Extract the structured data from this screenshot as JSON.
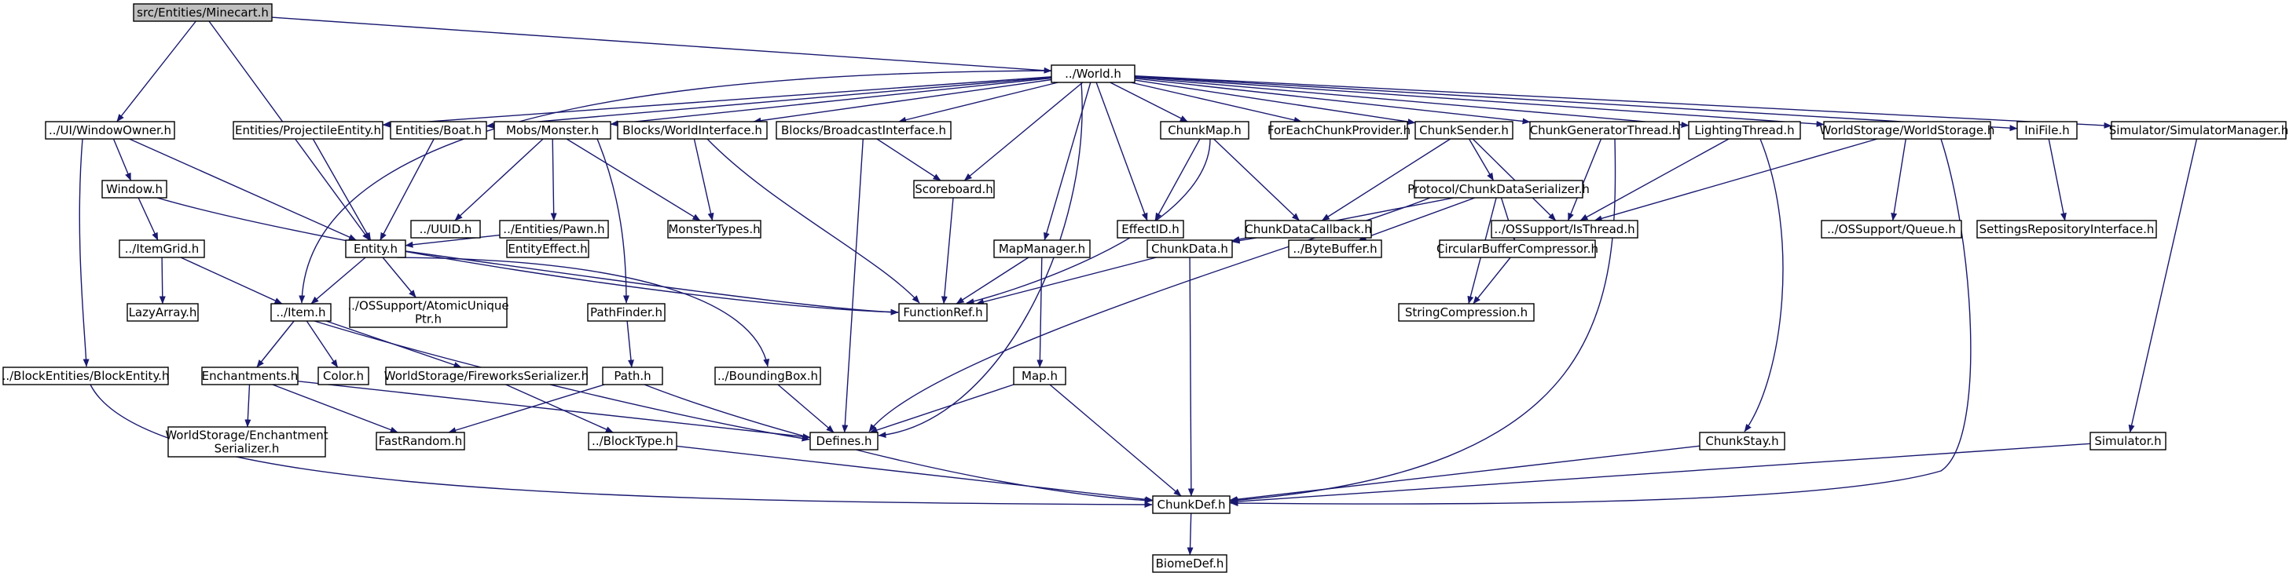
{
  "colors": {
    "edge": "#191970",
    "node_border": "#000000",
    "root_fill": "#bfbfbf",
    "node_fill": "#ffffff"
  },
  "nodes": [
    {
      "id": "minecart",
      "label": [
        "src/Entities/Minecart.h"
      ],
      "root": true
    },
    {
      "id": "world",
      "label": [
        "../World.h"
      ]
    },
    {
      "id": "windowowner",
      "label": [
        "../UI/WindowOwner.h"
      ]
    },
    {
      "id": "projectile",
      "label": [
        "Entities/ProjectileEntity.h"
      ]
    },
    {
      "id": "boat",
      "label": [
        "Entities/Boat.h"
      ]
    },
    {
      "id": "monster",
      "label": [
        "Mobs/Monster.h"
      ]
    },
    {
      "id": "worldinterface",
      "label": [
        "Blocks/WorldInterface.h"
      ]
    },
    {
      "id": "broadcast",
      "label": [
        "Blocks/BroadcastInterface.h"
      ]
    },
    {
      "id": "chunkmap",
      "label": [
        "ChunkMap.h"
      ]
    },
    {
      "id": "foreachchunk",
      "label": [
        "ForEachChunkProvider.h"
      ]
    },
    {
      "id": "chunksender",
      "label": [
        "ChunkSender.h"
      ]
    },
    {
      "id": "chunkgen",
      "label": [
        "ChunkGeneratorThread.h"
      ]
    },
    {
      "id": "lighting",
      "label": [
        "LightingThread.h"
      ]
    },
    {
      "id": "worldstorage",
      "label": [
        "WorldStorage/WorldStorage.h"
      ]
    },
    {
      "id": "inifile",
      "label": [
        "IniFile.h"
      ]
    },
    {
      "id": "simmanager",
      "label": [
        "Simulator/SimulatorManager.h"
      ]
    },
    {
      "id": "window",
      "label": [
        "Window.h"
      ]
    },
    {
      "id": "uuid",
      "label": [
        "../UUID.h"
      ]
    },
    {
      "id": "pawn",
      "label": [
        "../Entities/Pawn.h"
      ]
    },
    {
      "id": "monstertypes",
      "label": [
        "MonsterTypes.h"
      ]
    },
    {
      "id": "scoreboard",
      "label": [
        "Scoreboard.h"
      ]
    },
    {
      "id": "effectid",
      "label": [
        "EffectID.h"
      ]
    },
    {
      "id": "chunkdatacb",
      "label": [
        "ChunkDataCallback.h"
      ]
    },
    {
      "id": "protocolser",
      "label": [
        "Protocol/ChunkDataSerializer.h"
      ]
    },
    {
      "id": "isthread",
      "label": [
        "../OSSupport/IsThread.h"
      ]
    },
    {
      "id": "queue",
      "label": [
        "../OSSupport/Queue.h"
      ]
    },
    {
      "id": "settingsrepo",
      "label": [
        "SettingsRepositoryInterface.h"
      ]
    },
    {
      "id": "itemgrid",
      "label": [
        "../ItemGrid.h"
      ]
    },
    {
      "id": "entity",
      "label": [
        "Entity.h"
      ]
    },
    {
      "id": "entityeffect",
      "label": [
        "EntityEffect.h"
      ]
    },
    {
      "id": "mapmanager",
      "label": [
        "MapManager.h"
      ]
    },
    {
      "id": "chunkdata",
      "label": [
        "ChunkData.h"
      ]
    },
    {
      "id": "bytebuffer",
      "label": [
        "../ByteBuffer.h"
      ]
    },
    {
      "id": "circbuf",
      "label": [
        "CircularBufferCompressor.h"
      ]
    },
    {
      "id": "lazyarray",
      "label": [
        "LazyArray.h"
      ]
    },
    {
      "id": "item",
      "label": [
        "../Item.h"
      ]
    },
    {
      "id": "atomicptr",
      "label": [
        "../OSSupport/AtomicUnique",
        "Ptr.h"
      ]
    },
    {
      "id": "pathfinder",
      "label": [
        "PathFinder.h"
      ]
    },
    {
      "id": "functionref",
      "label": [
        "FunctionRef.h"
      ]
    },
    {
      "id": "stringcomp",
      "label": [
        "StringCompression.h"
      ]
    },
    {
      "id": "blockentity",
      "label": [
        "../BlockEntities/BlockEntity.h"
      ]
    },
    {
      "id": "enchantments",
      "label": [
        "Enchantments.h"
      ]
    },
    {
      "id": "color",
      "label": [
        "Color.h"
      ]
    },
    {
      "id": "fireworks",
      "label": [
        "WorldStorage/FireworksSerializer.h"
      ]
    },
    {
      "id": "path",
      "label": [
        "Path.h"
      ]
    },
    {
      "id": "boundingbox",
      "label": [
        "../BoundingBox.h"
      ]
    },
    {
      "id": "map",
      "label": [
        "Map.h"
      ]
    },
    {
      "id": "enchantser",
      "label": [
        "WorldStorage/Enchantment",
        "Serializer.h"
      ]
    },
    {
      "id": "fastrandom",
      "label": [
        "FastRandom.h"
      ]
    },
    {
      "id": "blocktype",
      "label": [
        "../BlockType.h"
      ]
    },
    {
      "id": "defines",
      "label": [
        "Defines.h"
      ]
    },
    {
      "id": "chunkstay",
      "label": [
        "ChunkStay.h"
      ]
    },
    {
      "id": "simulator",
      "label": [
        "Simulator.h"
      ]
    },
    {
      "id": "chunkdef",
      "label": [
        "ChunkDef.h"
      ]
    },
    {
      "id": "biomedef",
      "label": [
        "BiomeDef.h"
      ]
    }
  ],
  "edges": [
    [
      "minecart",
      "world"
    ],
    [
      "minecart",
      "windowowner"
    ],
    [
      "minecart",
      "entity"
    ],
    [
      "world",
      "projectile"
    ],
    [
      "world",
      "boat"
    ],
    [
      "world",
      "monster"
    ],
    [
      "world",
      "worldinterface"
    ],
    [
      "world",
      "broadcast"
    ],
    [
      "world",
      "chunkmap"
    ],
    [
      "world",
      "foreachchunk"
    ],
    [
      "world",
      "chunksender"
    ],
    [
      "world",
      "chunkgen"
    ],
    [
      "world",
      "lighting"
    ],
    [
      "world",
      "worldstorage"
    ],
    [
      "world",
      "inifile"
    ],
    [
      "world",
      "simmanager"
    ],
    [
      "world",
      "item"
    ],
    [
      "world",
      "scoreboard"
    ],
    [
      "world",
      "effectid"
    ],
    [
      "world",
      "mapmanager"
    ],
    [
      "world",
      "defines"
    ],
    [
      "windowowner",
      "window"
    ],
    [
      "windowowner",
      "entity"
    ],
    [
      "windowowner",
      "blockentity"
    ],
    [
      "projectile",
      "entity"
    ],
    [
      "boat",
      "entity"
    ],
    [
      "monster",
      "uuid"
    ],
    [
      "monster",
      "pawn"
    ],
    [
      "monster",
      "monstertypes"
    ],
    [
      "monster",
      "pathfinder"
    ],
    [
      "worldinterface",
      "monstertypes"
    ],
    [
      "worldinterface",
      "functionref"
    ],
    [
      "broadcast",
      "scoreboard"
    ],
    [
      "broadcast",
      "defines"
    ],
    [
      "chunkmap",
      "effectid"
    ],
    [
      "chunkmap",
      "chunkdatacb"
    ],
    [
      "chunkmap",
      "functionref"
    ],
    [
      "chunksender",
      "chunkdatacb"
    ],
    [
      "chunksender",
      "protocolser"
    ],
    [
      "chunksender",
      "isthread"
    ],
    [
      "chunkgen",
      "isthread"
    ],
    [
      "chunkgen",
      "chunkdef"
    ],
    [
      "lighting",
      "isthread"
    ],
    [
      "lighting",
      "chunkstay"
    ],
    [
      "worldstorage",
      "isthread"
    ],
    [
      "worldstorage",
      "queue"
    ],
    [
      "worldstorage",
      "chunkdef"
    ],
    [
      "inifile",
      "settingsrepo"
    ],
    [
      "simmanager",
      "simulator"
    ],
    [
      "window",
      "itemgrid"
    ],
    [
      "window",
      "functionref"
    ],
    [
      "pawn",
      "entity"
    ],
    [
      "pawn",
      "entityeffect"
    ],
    [
      "scoreboard",
      "functionref"
    ],
    [
      "chunkdatacb",
      "chunkdata"
    ],
    [
      "protocolser",
      "chunkdata"
    ],
    [
      "protocolser",
      "bytebuffer"
    ],
    [
      "protocolser",
      "circbuf"
    ],
    [
      "protocolser",
      "stringcomp"
    ],
    [
      "protocolser",
      "defines"
    ],
    [
      "itemgrid",
      "lazyarray"
    ],
    [
      "itemgrid",
      "item"
    ],
    [
      "entity",
      "item"
    ],
    [
      "entity",
      "atomicptr"
    ],
    [
      "entity",
      "functionref"
    ],
    [
      "entity",
      "boundingbox"
    ],
    [
      "mapmanager",
      "functionref"
    ],
    [
      "mapmanager",
      "map"
    ],
    [
      "chunkdata",
      "functionref"
    ],
    [
      "chunkdata",
      "chunkdef"
    ],
    [
      "circbuf",
      "stringcomp"
    ],
    [
      "item",
      "enchantments"
    ],
    [
      "item",
      "color"
    ],
    [
      "item",
      "fireworks"
    ],
    [
      "item",
      "defines"
    ],
    [
      "pathfinder",
      "path"
    ],
    [
      "blockentity",
      "chunkdef"
    ],
    [
      "enchantments",
      "enchantser"
    ],
    [
      "enchantments",
      "fastrandom"
    ],
    [
      "enchantments",
      "defines"
    ],
    [
      "fireworks",
      "blocktype"
    ],
    [
      "path",
      "fastrandom"
    ],
    [
      "path",
      "chunkdef"
    ],
    [
      "boundingbox",
      "defines"
    ],
    [
      "map",
      "defines"
    ],
    [
      "map",
      "chunkdef"
    ],
    [
      "blocktype",
      "chunkdef"
    ],
    [
      "chunkstay",
      "chunkdef"
    ],
    [
      "simulator",
      "chunkdef"
    ],
    [
      "chunkdef",
      "biomedef"
    ]
  ]
}
